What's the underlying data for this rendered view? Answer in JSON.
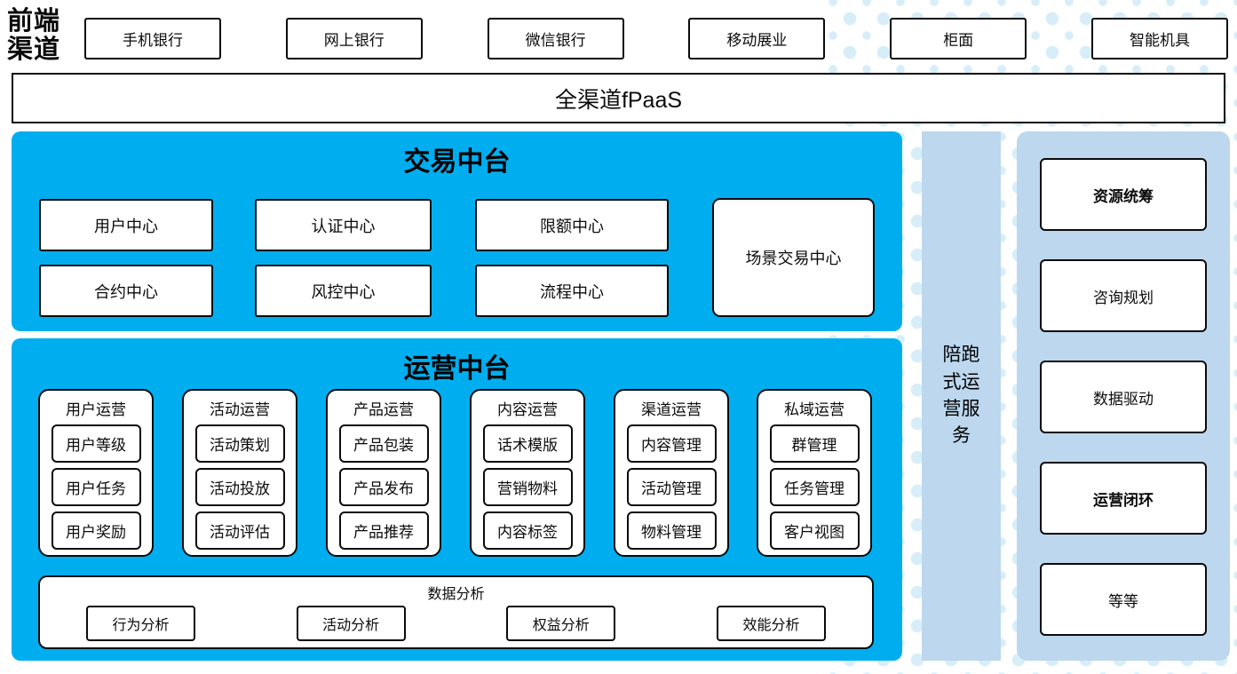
{
  "colors": {
    "cyan": "#00AEEF",
    "lightblue": "#BCD7EE",
    "dot": "#D7EEF9"
  },
  "frontend": {
    "label": "前端渠道",
    "channels": [
      "手机银行",
      "网上银行",
      "微信银行",
      "移动展业",
      "柜面",
      "智能机具"
    ]
  },
  "fpaas": {
    "title": "全渠道fPaaS"
  },
  "trade": {
    "title": "交易中台",
    "row1": [
      "用户中心",
      "认证中心",
      "限额中心"
    ],
    "row2": [
      "合约中心",
      "风控中心",
      "流程中心"
    ],
    "tall": "场景交易中心"
  },
  "ops": {
    "title": "运营中台",
    "groups": [
      {
        "title": "用户运营",
        "items": [
          "用户等级",
          "用户任务",
          "用户奖励"
        ]
      },
      {
        "title": "活动运营",
        "items": [
          "活动策划",
          "活动投放",
          "活动评估"
        ]
      },
      {
        "title": "产品运营",
        "items": [
          "产品包装",
          "产品发布",
          "产品推荐"
        ]
      },
      {
        "title": "内容运营",
        "items": [
          "话术模版",
          "营销物料",
          "内容标签"
        ]
      },
      {
        "title": "渠道运营",
        "items": [
          "内容管理",
          "活动管理",
          "物料管理"
        ]
      },
      {
        "title": "私域运营",
        "items": [
          "群管理",
          "任务管理",
          "客户视图"
        ]
      }
    ],
    "analysis": {
      "title": "数据分析",
      "items": [
        "行为分析",
        "活动分析",
        "权益分析",
        "效能分析"
      ]
    }
  },
  "companion": {
    "label": "陪跑式运营服务"
  },
  "services": {
    "items": [
      "资源统筹",
      "咨询规划",
      "数据驱动",
      "运营闭环",
      "等等"
    ]
  }
}
